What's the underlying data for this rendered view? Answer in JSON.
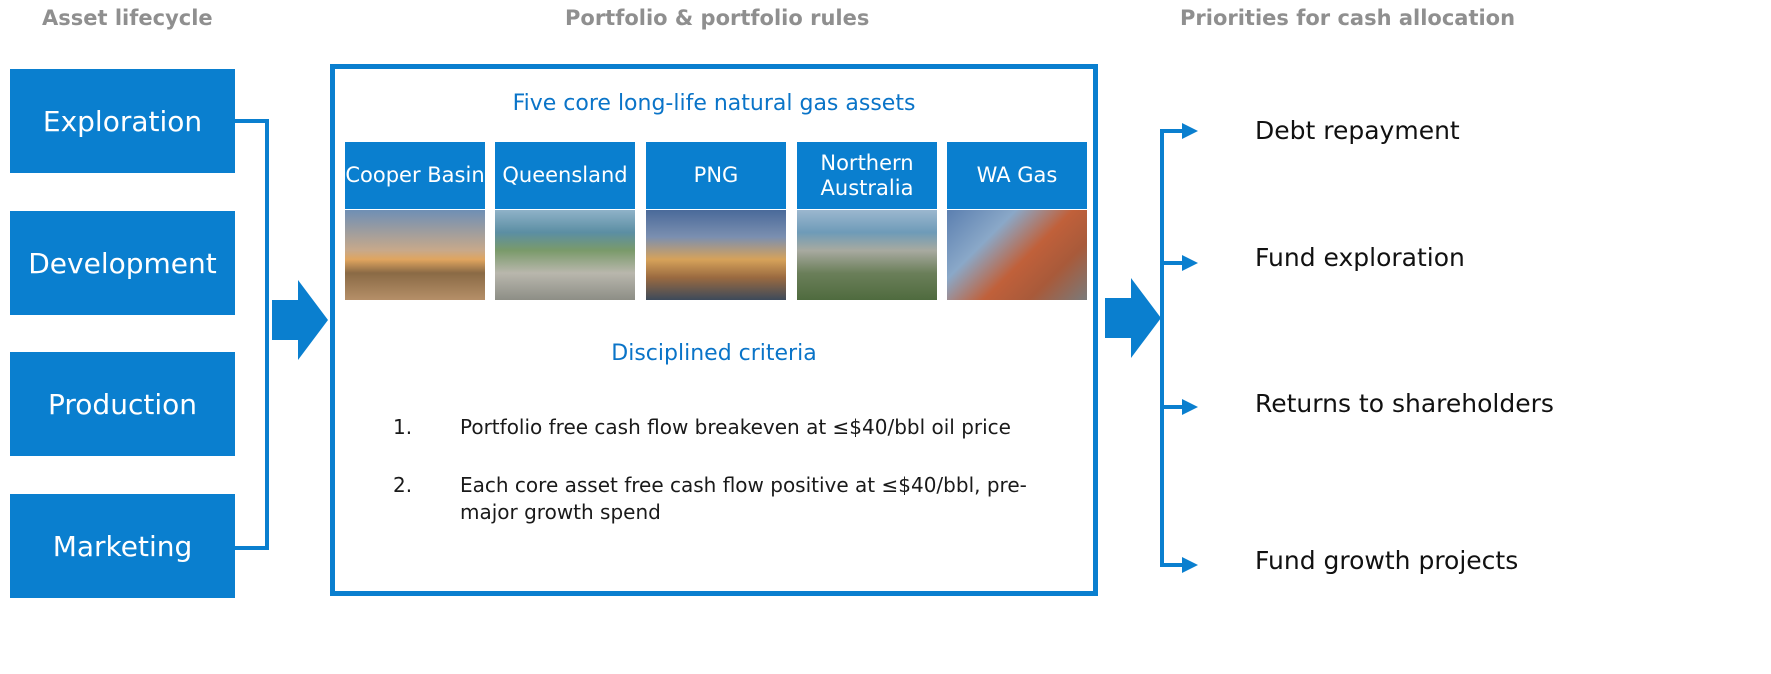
{
  "headers": {
    "lifecycle": "Asset lifecycle",
    "portfolio": "Portfolio & portfolio rules",
    "priorities": "Priorities for cash allocation"
  },
  "lifecycle_stages": [
    "Exploration",
    "Development",
    "Production",
    "Marketing"
  ],
  "portfolio": {
    "assets_title": "Five core long-life natural gas assets",
    "assets": [
      "Cooper Basin",
      "Queensland",
      "PNG",
      "Northern Australia",
      "WA Gas"
    ],
    "criteria_title": "Disciplined criteria",
    "criteria": [
      {
        "num": "1.",
        "text": "Portfolio free cash flow breakeven at ≤$40/bbl oil price"
      },
      {
        "num": "2.",
        "text": "Each core asset free cash flow positive at ≤$40/bbl, pre-major growth spend"
      }
    ]
  },
  "priorities": [
    "Debt repayment",
    "Fund exploration",
    "Returns to shareholders",
    "Fund growth projects"
  ],
  "colors": {
    "accent": "#0a7fcf",
    "header_gray": "#8f8f8f",
    "title_blue": "#0a74c8"
  }
}
